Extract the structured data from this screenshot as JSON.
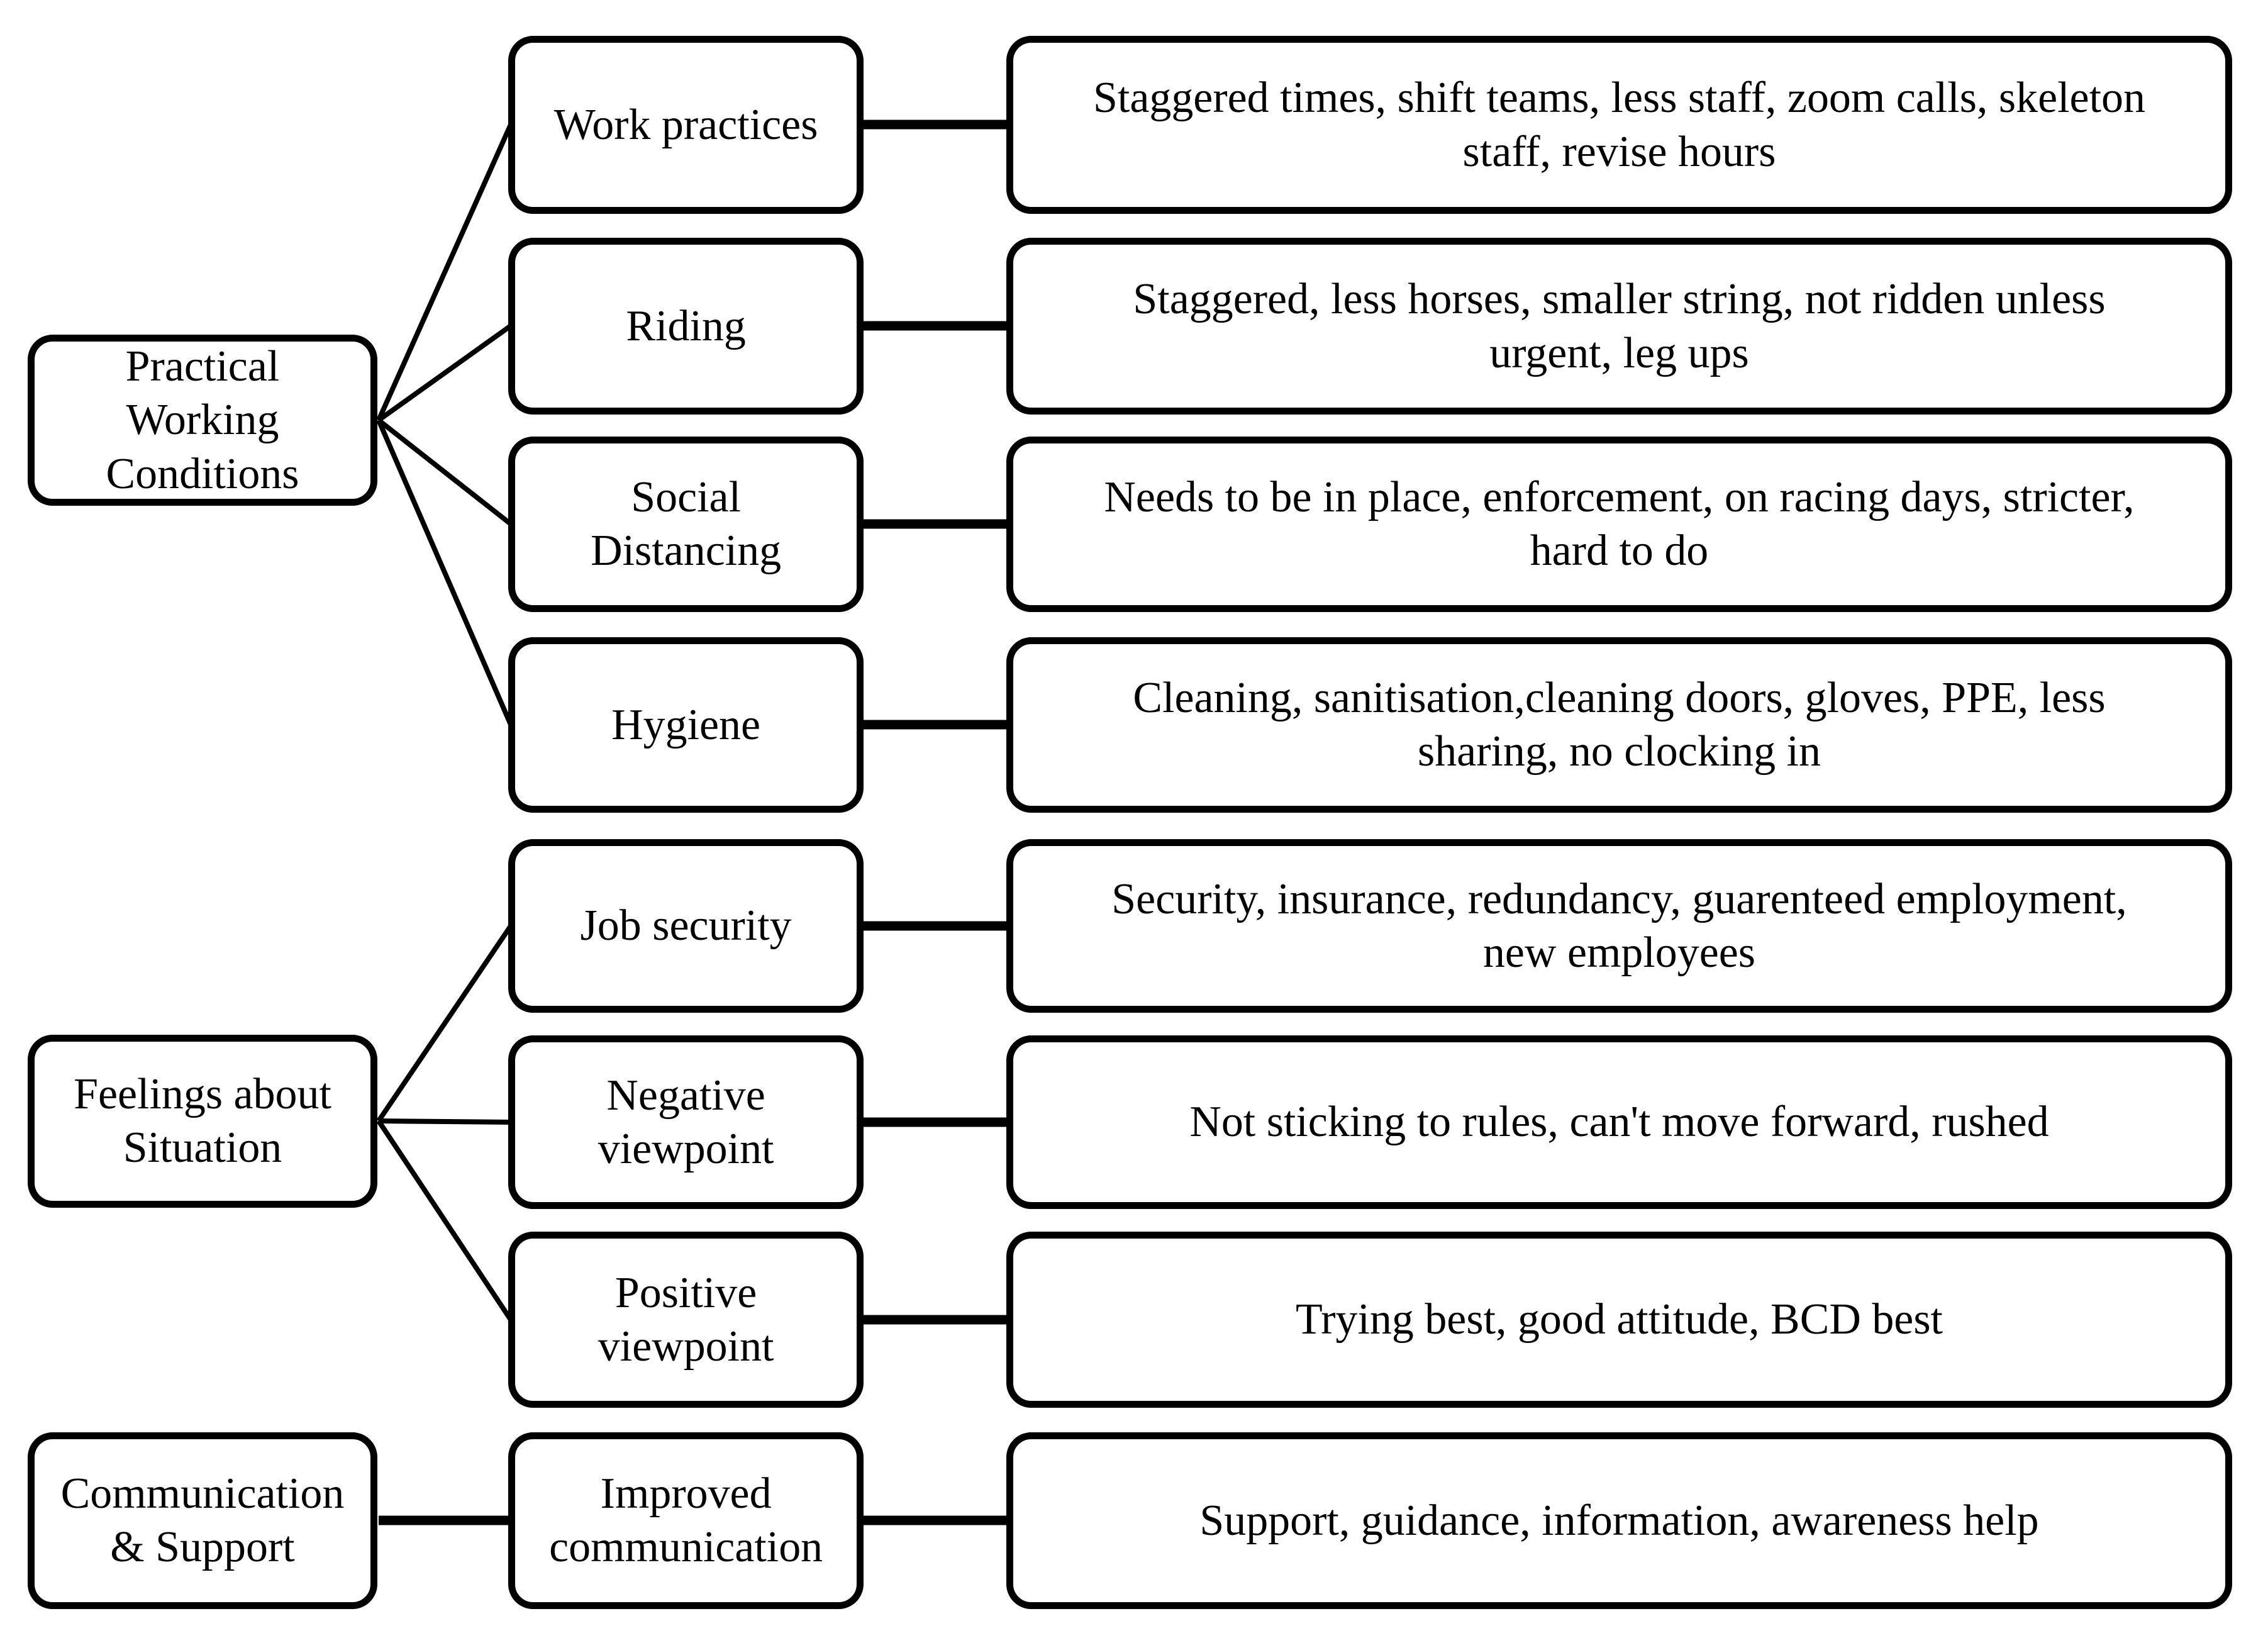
{
  "themes": [
    {
      "label": "Practical\nWorking\nConditions",
      "children": [
        {
          "label": "Work practices",
          "detail": "Staggered times, shift teams, less staff, zoom calls, skeleton\nstaff, revise hours"
        },
        {
          "label": "Riding",
          "detail": "Staggered, less horses, smaller string, not ridden unless\nurgent, leg ups"
        },
        {
          "label": "Social\nDistancing",
          "detail": "Needs to be in place, enforcement, on racing days, stricter,\nhard to do"
        },
        {
          "label": "Hygiene",
          "detail": "Cleaning, sanitisation,cleaning doors, gloves, PPE, less\nsharing, no clocking in"
        }
      ]
    },
    {
      "label": "Feelings about\nSituation",
      "children": [
        {
          "label": "Job security",
          "detail": "Security, insurance, redundancy, guarenteed employment,\nnew employees"
        },
        {
          "label": "Negative\nviewpoint",
          "detail": "Not sticking to rules, can't move forward, rushed"
        },
        {
          "label": "Positive\nviewpoint",
          "detail": "Trying best, good attitude, BCD best"
        }
      ]
    },
    {
      "label": "Communication\n& Support",
      "children": [
        {
          "label": "Improved\ncommunication",
          "detail": "Support, guidance, information, awareness help"
        }
      ]
    }
  ],
  "colors": {
    "stroke": "#000000",
    "background": "#ffffff"
  }
}
